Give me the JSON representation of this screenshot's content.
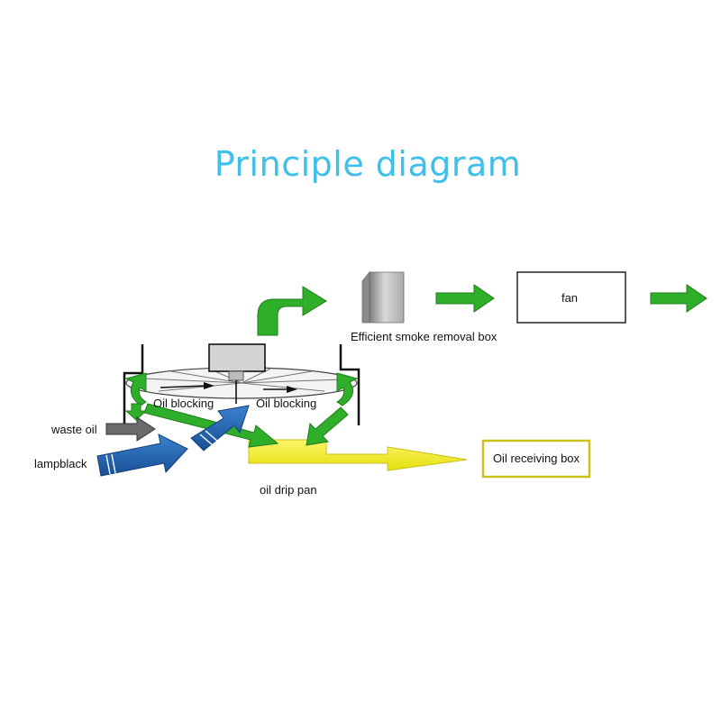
{
  "title": "Principle diagram",
  "labels": {
    "smoke_box": "Efficient smoke removal box",
    "fan": "fan",
    "oil_blocking_left": "Oil blocking",
    "oil_blocking_right": "Oil blocking",
    "waste_oil": "waste oil",
    "lampblack": "lampblack",
    "oil_drip_pan": "oil drip pan",
    "oil_receiving_box": "Oil receiving box"
  },
  "colors": {
    "title": "#3ec0ea",
    "airflow_green": "#2fae2a",
    "lampblack_blue": "#1e63b4",
    "waste_oil_gray": "#6b6b6b",
    "oil_yellow": "#f2ee1c",
    "oil_box_border": "#c9c21a"
  }
}
